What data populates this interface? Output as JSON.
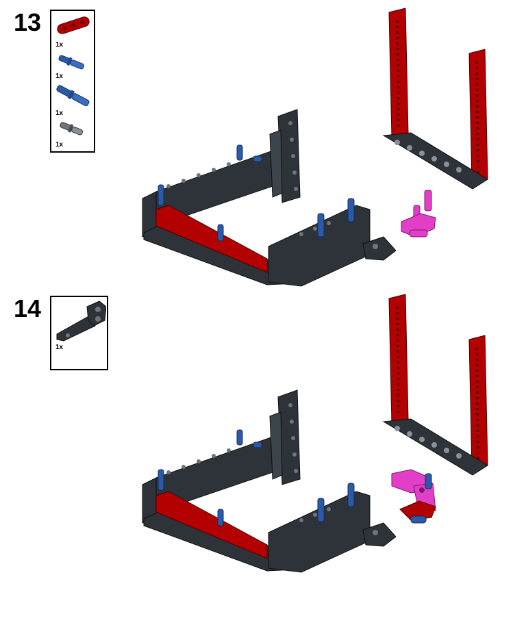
{
  "steps": [
    {
      "number": "13",
      "parts": [
        {
          "name": "red-beam-part-icon",
          "qty": "1x"
        },
        {
          "name": "blue-axle-pin-short-icon",
          "qty": "1x"
        },
        {
          "name": "blue-axle-pin-long-icon",
          "qty": "1x"
        },
        {
          "name": "gray-pin-icon",
          "qty": "1x"
        }
      ]
    },
    {
      "number": "14",
      "parts": [
        {
          "name": "dark-bent-liftarm-icon",
          "qty": "1x"
        }
      ]
    }
  ],
  "colors": {
    "dark_gray": "#2d3339",
    "red": "#b30000",
    "blue": "#2a5aa8",
    "magenta": "#e23fc8",
    "light_gray": "#8a9096"
  }
}
